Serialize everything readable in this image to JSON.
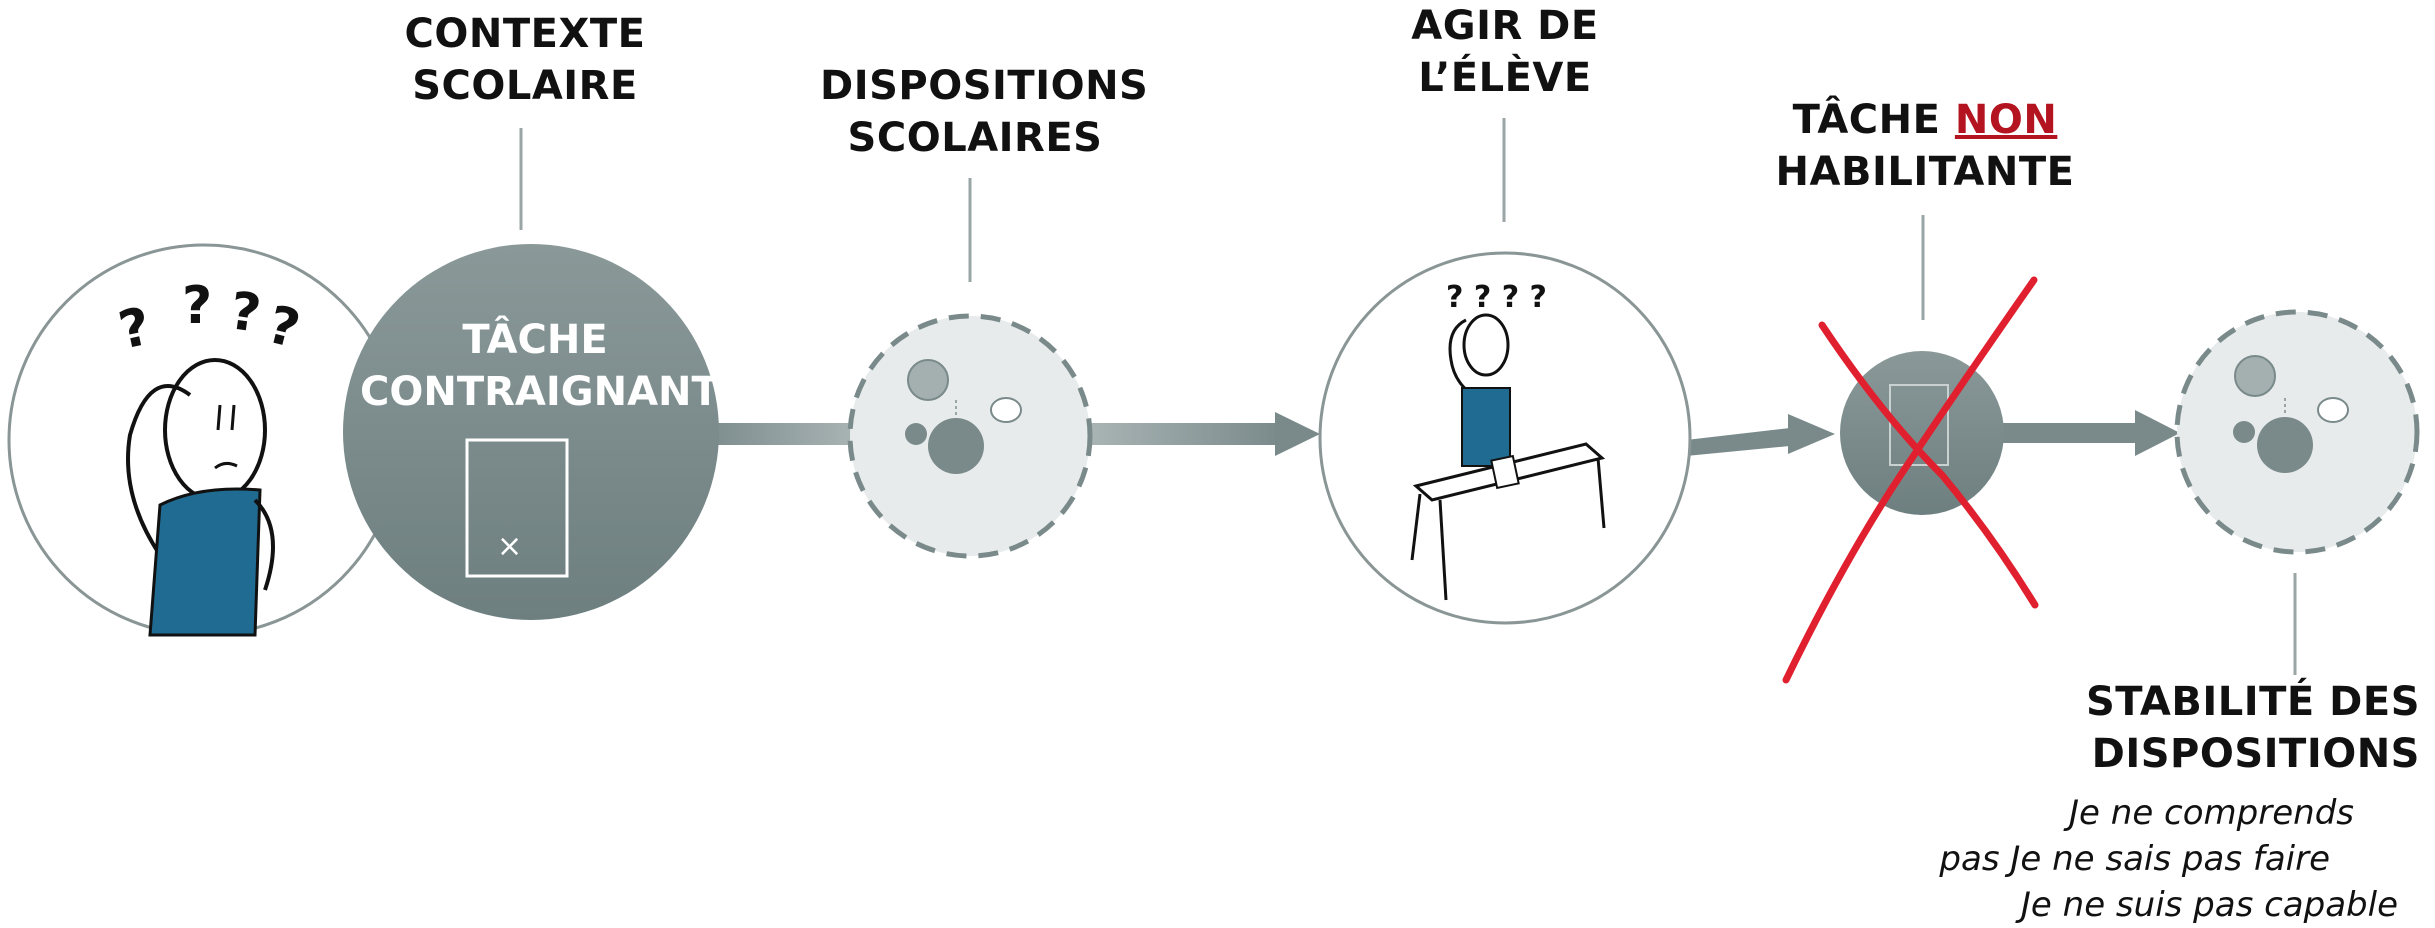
{
  "labels": {
    "contexte": [
      "CONTEXTE",
      "SCOLAIRE"
    ],
    "tache_contraignante": [
      "TÂCHE",
      "CONTRAIGNANTE"
    ],
    "dispositions": [
      "DISPOSITIONS",
      "SCOLAIRES"
    ],
    "agir": [
      "AGIR DE",
      "L’ÉLÈVE"
    ],
    "tache_non": {
      "prefix": "TÂCHE ",
      "highlight": "NON",
      "line2": "HABILITANTE"
    },
    "stabilite": [
      "STABILITÉ DES",
      "DISPOSITIONS"
    ]
  },
  "quote_lines": [
    "Je ne comprends",
    "pas Je ne sais pas faire",
    "Je ne suis pas capable"
  ],
  "colors": {
    "accent_red": "#b3141f",
    "cross_red": "#e0202e",
    "disc_dark": "#7a8a8b",
    "disc_light": "#e8ebeb",
    "arrow": "#7a8a8b",
    "student_shirt": "#1f6b92"
  },
  "icons": [
    "confused-student-icon",
    "student-at-desk-icon",
    "document-icon",
    "red-cross-icon"
  ]
}
